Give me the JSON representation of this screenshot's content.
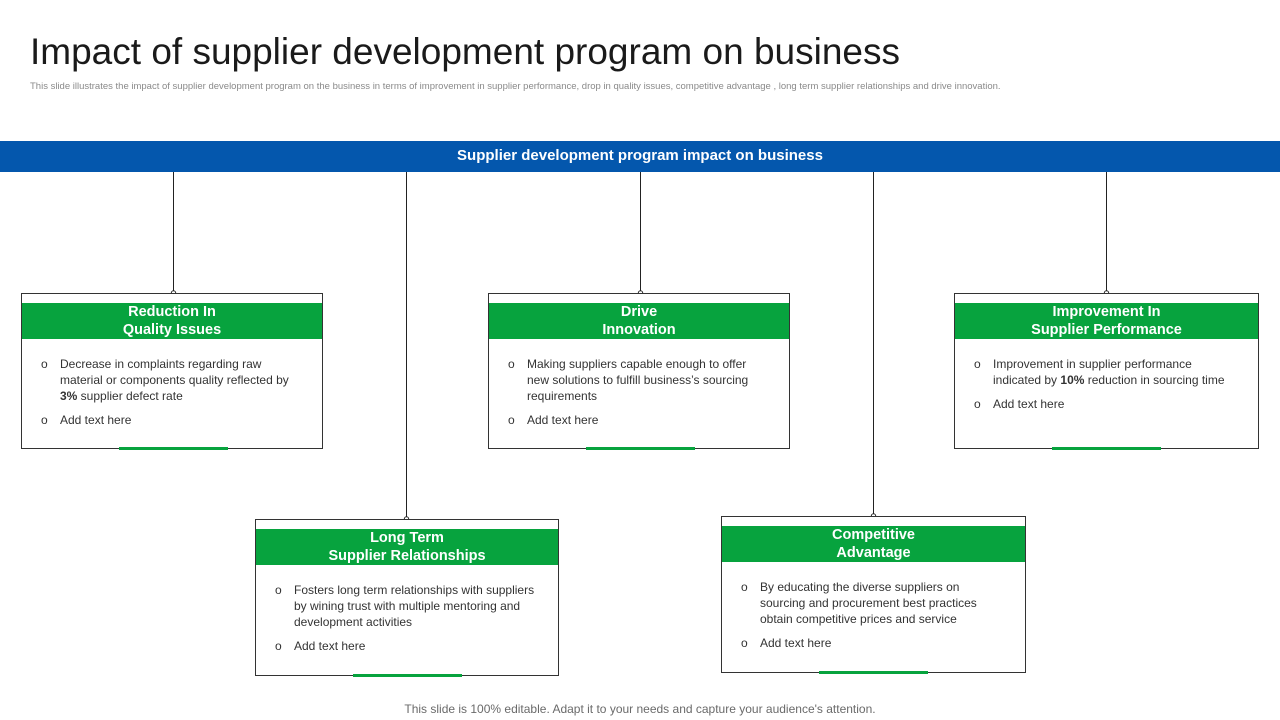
{
  "title": "Impact of supplier development program on business",
  "subtitle": "This slide illustrates the impact of supplier development program on the business in terms of improvement in supplier performance, drop in quality issues, competitive advantage , long term supplier relationships and drive innovation.",
  "banner": "Supplier development program impact on business",
  "cards": [
    {
      "title_line1": "Reduction In",
      "title_line2": "Quality Issues",
      "bullet1_pre": "Decrease in complaints regarding raw material or components quality reflected by ",
      "bullet1_bold": "3%",
      "bullet1_post": " supplier  defect rate",
      "bullet2": "Add text here"
    },
    {
      "title_line1": "Drive",
      "title_line2": "Innovation",
      "bullet1_pre": "Making suppliers capable enough to offer new solutions to fulfill business’s sourcing requirements",
      "bullet1_bold": "",
      "bullet1_post": "",
      "bullet2": "Add text here"
    },
    {
      "title_line1": "Improvement In",
      "title_line2": "Supplier Performance",
      "bullet1_pre": "Improvement  in supplier performance indicated by ",
      "bullet1_bold": "10%",
      "bullet1_post": "  reduction  in sourcing time",
      "bullet2": "Add text here"
    },
    {
      "title_line1": "Long Term",
      "title_line2": "Supplier Relationships",
      "bullet1_pre": "Fosters long term relationships with suppliers by wining trust with multiple mentoring and development  activities",
      "bullet1_bold": "",
      "bullet1_post": "",
      "bullet2": "Add text here"
    },
    {
      "title_line1": "Competitive",
      "title_line2": "Advantage",
      "bullet1_pre": "By educating the diverse  suppliers on sourcing and procurement  best practices obtain competitive prices and service",
      "bullet1_bold": "",
      "bullet1_post": "",
      "bullet2": "Add text here"
    }
  ],
  "bullet_glyph": "o",
  "footer": "This slide is 100% editable. Adapt it to your needs and capture your audience's attention.",
  "colors": {
    "banner": "#0457ad",
    "card_header": "#07a33e",
    "card_border": "#333333"
  }
}
